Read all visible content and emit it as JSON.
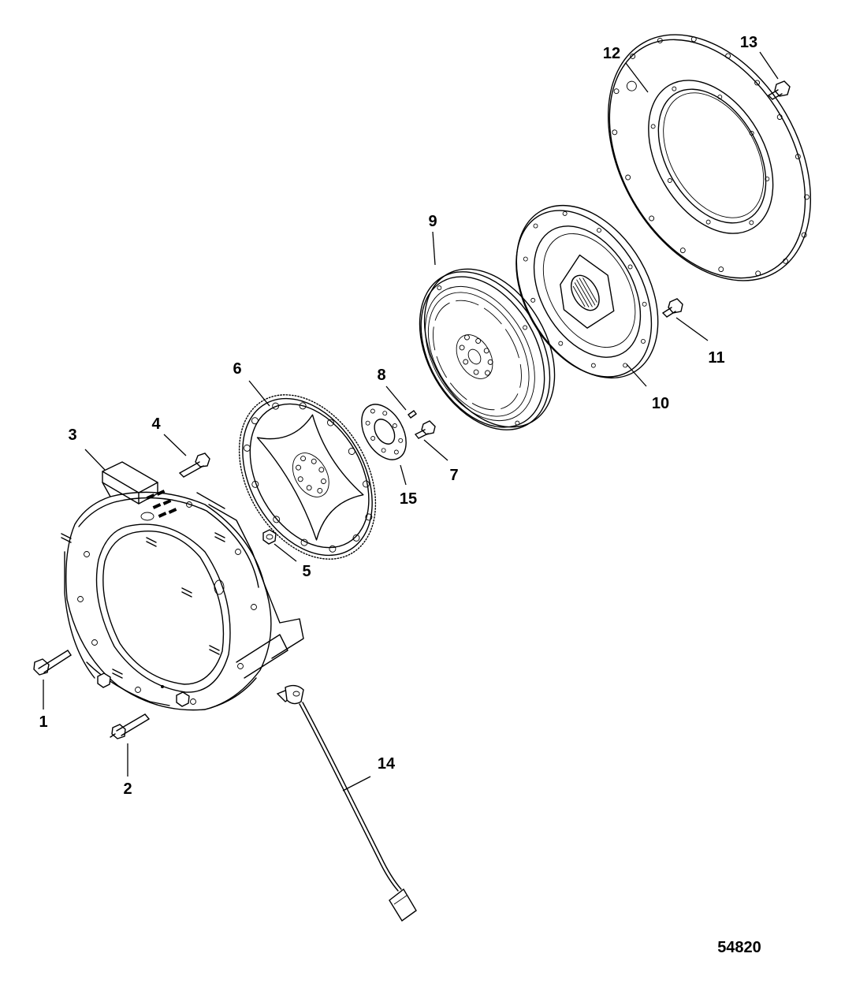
{
  "figure_number": "54820",
  "callouts": [
    "1",
    "2",
    "3",
    "4",
    "5",
    "6",
    "7",
    "8",
    "9",
    "10",
    "11",
    "12",
    "13",
    "14",
    "15"
  ],
  "parts": [
    {
      "callout": "1",
      "part": "bolt"
    },
    {
      "callout": "2",
      "part": "stud bolt"
    },
    {
      "callout": "3",
      "part": "flywheel housing"
    },
    {
      "callout": "4",
      "part": "bolt"
    },
    {
      "callout": "5",
      "part": "plug"
    },
    {
      "callout": "6",
      "part": "flywheel with ring gear"
    },
    {
      "callout": "7",
      "part": "bolt"
    },
    {
      "callout": "8",
      "part": "dowel pin"
    },
    {
      "callout": "9",
      "part": "flywheel"
    },
    {
      "callout": "10",
      "part": "drive plate / coupler"
    },
    {
      "callout": "11",
      "part": "bolt"
    },
    {
      "callout": "12",
      "part": "adapter plate"
    },
    {
      "callout": "13",
      "part": "bolt"
    },
    {
      "callout": "14",
      "part": "sensor with harness"
    },
    {
      "callout": "15",
      "part": "spacer plate"
    }
  ]
}
